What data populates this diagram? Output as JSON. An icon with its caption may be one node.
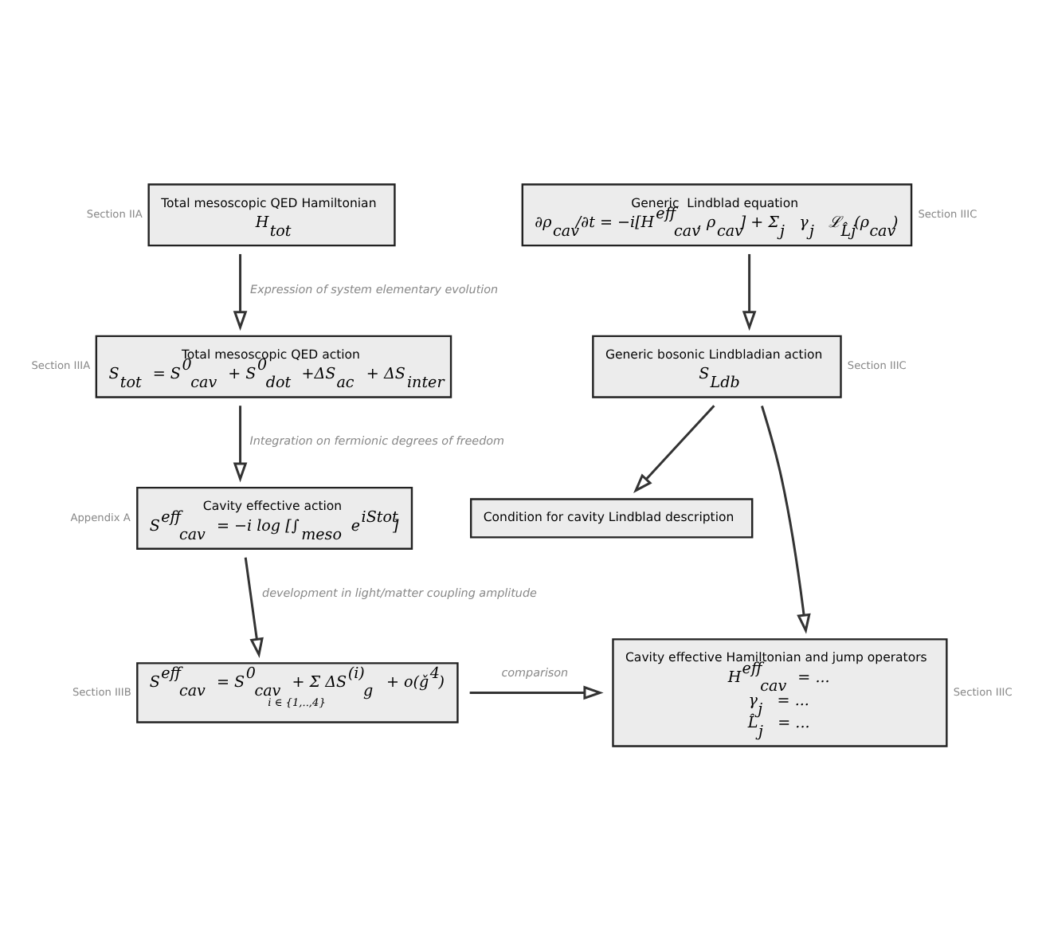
{
  "diagram": {
    "nodes": [
      {
        "text": [
          "Total mesoscopic QED Hamiltonian",
          "H$_{tot}$"
        ],
        "beside": [
          "Section IIA"
        ]
      },
      {
        "text": [
          "Generic  Lindblad equation",
          "∂ρ$_{cav}$/∂t = −i[H$^{eff}$$_{cav}$, ρ$_{cav}$] + Σ$_{j}$ γ$_{j}$ ℒ$_{L̂j}$(ρ$_{cav}$)"
        ],
        "beside": [
          "Section IIIC"
        ]
      },
      {
        "text": [
          "Total mesoscopic QED action",
          "S$_{tot}$ = S$^{0}$$_{cav}$ + S$^{0}$$_{dot}$ +ΔS$_{ac}$ + ΔS$_{inter}$"
        ],
        "beside": [
          "Section IIIA"
        ]
      },
      {
        "text": [
          "Generic bosonic Lindbladian action",
          "S$_{Ldb}$"
        ],
        "beside": [
          "Section IIIC"
        ]
      },
      {
        "text": [
          "Condition for cavity Lindblad description"
        ]
      },
      {
        "text": [
          "Cavity effective action",
          "S$^{eff}$$_{cav}$ = −i log [∫$_{meso}$ e$^{iStot}$]"
        ],
        "beside": [
          "Appendix A"
        ]
      },
      {
        "text": [
          "Cavity effective Hamiltonian and jump operators",
          "H$^{eff}$$_{cav}$ = ...",
          "γ$_{j}$ = ...",
          "L̂$_{j}$ = ..."
        ],
        "beside": [
          "Section IIIC"
        ]
      },
      {
        "text": [
          "S$^{eff}$$_{cav}$ = S$^{0}$$_{cav}$ + Σ ΔS$^{(i)}$$_{g}$ + o(ǧ$^{4}$)",
          "i ∈ {1,..,4}"
        ],
        "beside": [
          "Section IIIB"
        ]
      }
    ],
    "edges": [
      {
        "from": 0,
        "to": 2,
        "arrow": "to",
        "label": "Expression of system elementary evolution"
      },
      {
        "from": 1,
        "to": 3,
        "arrow": "to"
      },
      {
        "from": 2,
        "to": 5,
        "arrow": "to",
        "label": "Integration on fermionic degrees of freedom"
      },
      {
        "from": 3,
        "to": 4,
        "arrow": "to"
      },
      {
        "from": 5,
        "to": 7,
        "arrow": "to",
        "label": "development in light/matter coupling amplitude"
      },
      {
        "from": 3,
        "to": 6,
        "arrow": "to"
      },
      {
        "from": 7,
        "to": 6,
        "arrow": "to",
        "label": "comparison"
      }
    ]
  }
}
